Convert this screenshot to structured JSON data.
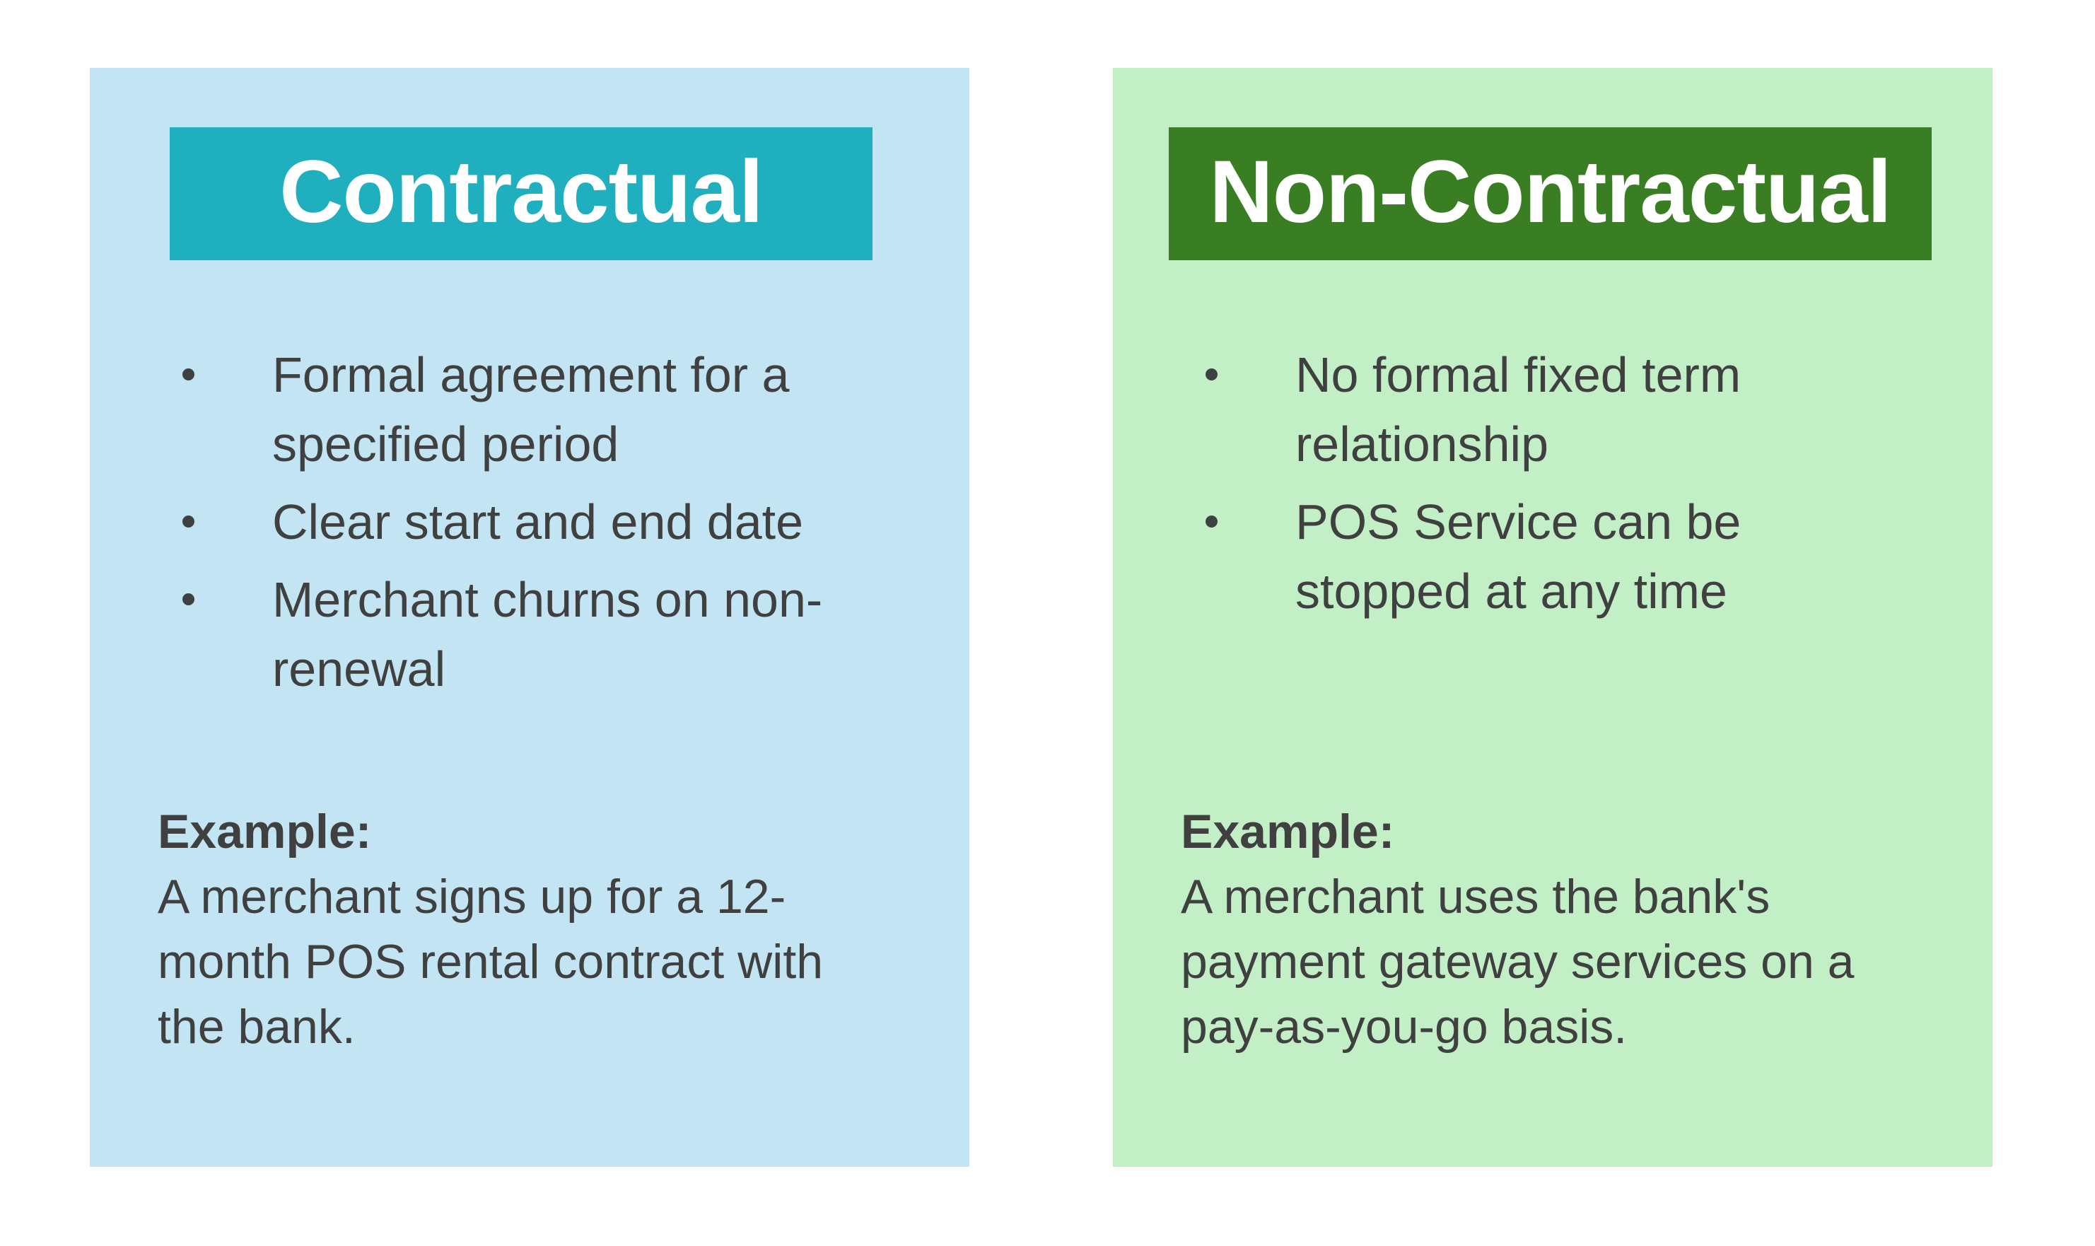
{
  "colors": {
    "panel_left_bg": "#C2E4F3",
    "panel_right_bg": "#C3EFC7",
    "header_left_bg": "#1FAFBE",
    "header_right_bg": "#3A7E23",
    "header_text": "#FFFFFF",
    "body_text": "#404040",
    "page_bg": "#FFFFFF"
  },
  "panels": [
    {
      "title": "Contractual",
      "bullets": [
        [
          "Formal agreement for a",
          "specified period"
        ],
        [
          "Clear start and end date"
        ],
        [
          "Merchant churns on non-",
          "renewal"
        ]
      ],
      "example_label": "Example:",
      "example_lines": [
        "A merchant signs up for a 12-",
        "month POS rental contract with",
        "the bank."
      ]
    },
    {
      "title": "Non-Contractual",
      "bullets": [
        [
          "No formal fixed term",
          "relationship"
        ],
        [
          "POS Service can be",
          "stopped at any time"
        ]
      ],
      "example_label": "Example:",
      "example_lines": [
        "A merchant uses the bank's",
        "payment gateway services on a",
        "pay-as-you-go basis."
      ]
    }
  ]
}
